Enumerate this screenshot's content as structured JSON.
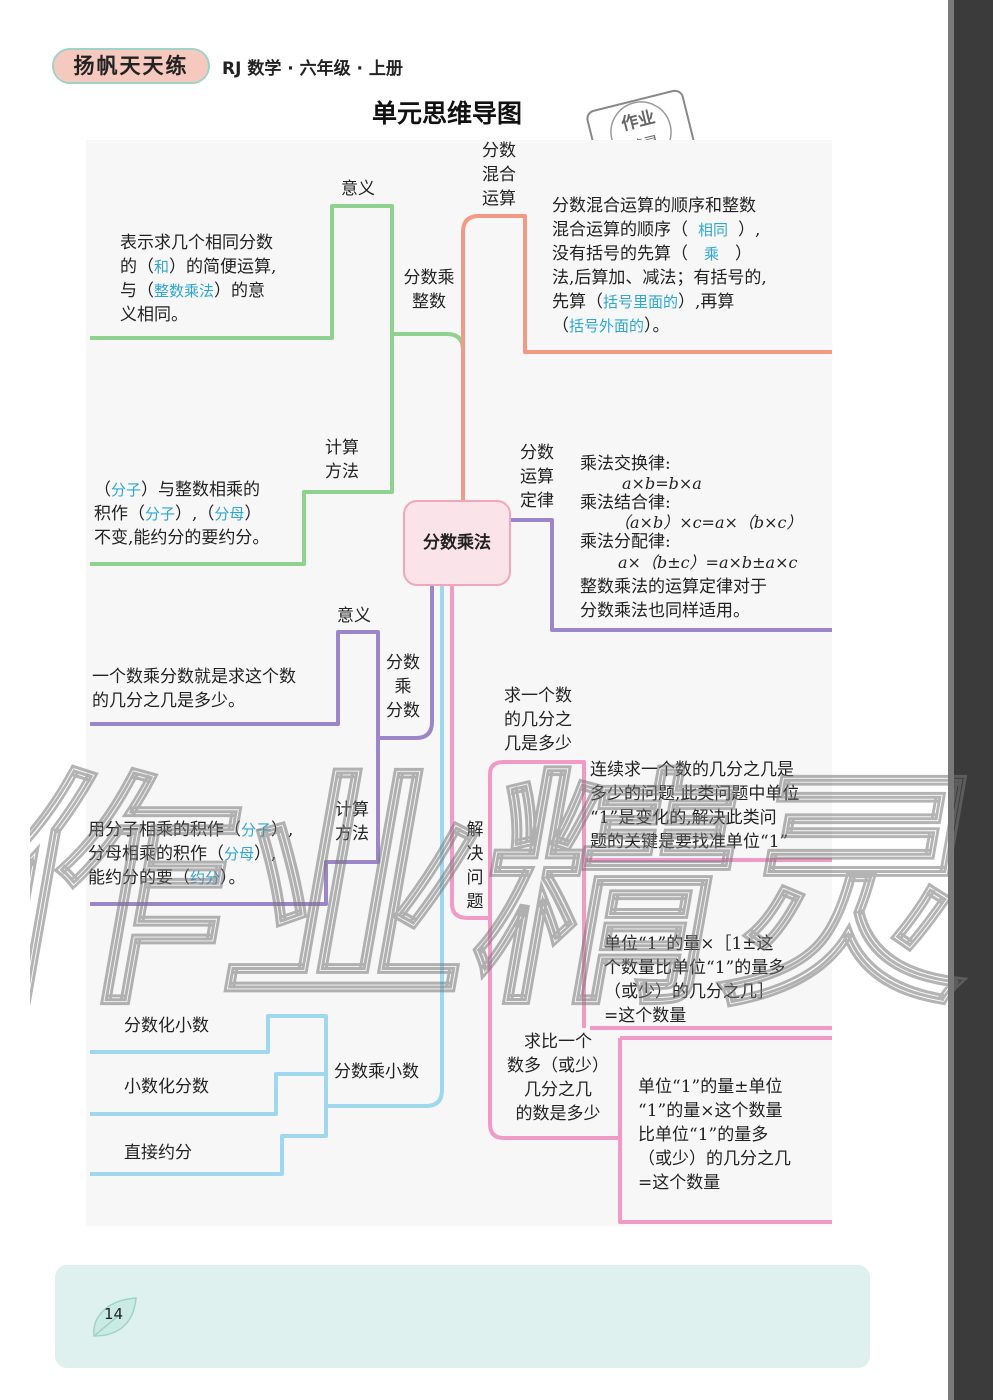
{
  "header": {
    "badge": "扬帆天天练",
    "subject": "RJ 数学 · 六年级 · 上册",
    "title": "单元思维导图"
  },
  "center": "分数乘法",
  "stamp_text": [
    "作业",
    "精灵"
  ],
  "watermark_text": "作业精灵",
  "branch_mult_integer": {
    "label": "分数乘\n整数",
    "meaning_label": "意义",
    "meaning_lines": [
      "表示求几个相同分数",
      "的（",
      "）的简便运算,",
      "与（",
      "）的意",
      "义相同。"
    ],
    "ans_sum": "和",
    "ans_int_mult": "整数乘法",
    "calc_label": "计算\n方法",
    "calc_line1a": "（",
    "ans_numer1": "分子",
    "calc_line1b": "）与整数相乘的",
    "calc_line2a": "积作（",
    "ans_numer2": "分子",
    "calc_line2b": "）,（",
    "ans_denom": "分母",
    "calc_line2c": "）",
    "calc_line3": "不变,能约分的要约分。"
  },
  "branch_mult_fraction": {
    "label": "分数\n乘\n分数",
    "meaning_label": "意义",
    "meaning_line1": "一个数乘分数就是求这个数",
    "meaning_line2": "的几分之几是多少。",
    "calc_label": "计算\n方法",
    "calc_line1a": "用分子相乘的积作（",
    "ans_numer": "分子",
    "calc_line1b": "）,",
    "calc_line2a": "分母相乘的积作（",
    "ans_denom": "分母",
    "calc_line2b": "）,",
    "calc_line3a": "能约分的要（",
    "ans_reduce": "约分",
    "calc_line3b": "）。"
  },
  "branch_decimal": {
    "label": "分数乘小数",
    "items": [
      "分数化小数",
      "小数化分数",
      "直接约分"
    ]
  },
  "branch_mixed": {
    "label": "分数\n混合\n运算",
    "line1": "分数混合运算的顺序和整数",
    "line2a": "混合运算的顺序（",
    "ans_same": "相同",
    "line2b": "）,",
    "line3a": "没有括号的先算（",
    "ans_mult": "乘",
    "line3b": "）",
    "line4": "法,后算加、减法；有括号的,",
    "line5a": "先算（",
    "ans_inside": "括号里面的",
    "line5b": "）,再算",
    "line6a": "（",
    "ans_outside": "括号外面的",
    "line6b": "）。"
  },
  "branch_laws": {
    "label": "分数\n运算\n定律",
    "comm_title": "乘法交换律:",
    "comm_formula": "a×b=b×a",
    "assoc_title": "乘法结合律:",
    "assoc_formula": "（a×b）×c=a×（b×c）",
    "dist_title": "乘法分配律:",
    "dist_formula": "a×（b±c）=a×b±a×c",
    "note1": "整数乘法的运算定律对于",
    "note2": "分数乘法也同样适用。"
  },
  "branch_problems": {
    "label": "解\n决\n问\n题",
    "sub1_label": "求一个数\n的几分之\n几是多少",
    "sub1_lines": [
      "连续求一个数的几分之几是",
      "多少的问题,此类问题中单位",
      "“1”是变化的,解决此类问",
      "题的关键是要找准单位“1”"
    ],
    "sub1b_lines": [
      "单位“1”的量×［1±这",
      "个数量比单位“1”的量多",
      "（或少）的几分之几］",
      "=这个数量"
    ],
    "sub2_label": "求比一个\n数多（或少）\n几分之几\n的数是多少",
    "sub2_lines": [
      "单位“1”的量±单位",
      "“1”的量×这个数量",
      "比单位“1”的量多",
      "（或少）的几分之几",
      "=这个数量"
    ]
  },
  "page_number": "14",
  "colors": {
    "green": "#8fd18f",
    "salmon": "#f29a86",
    "purple": "#9b86c9",
    "pink": "#f29ac6",
    "lightblue": "#9fd8ee",
    "answer": "#2fa7d4"
  }
}
